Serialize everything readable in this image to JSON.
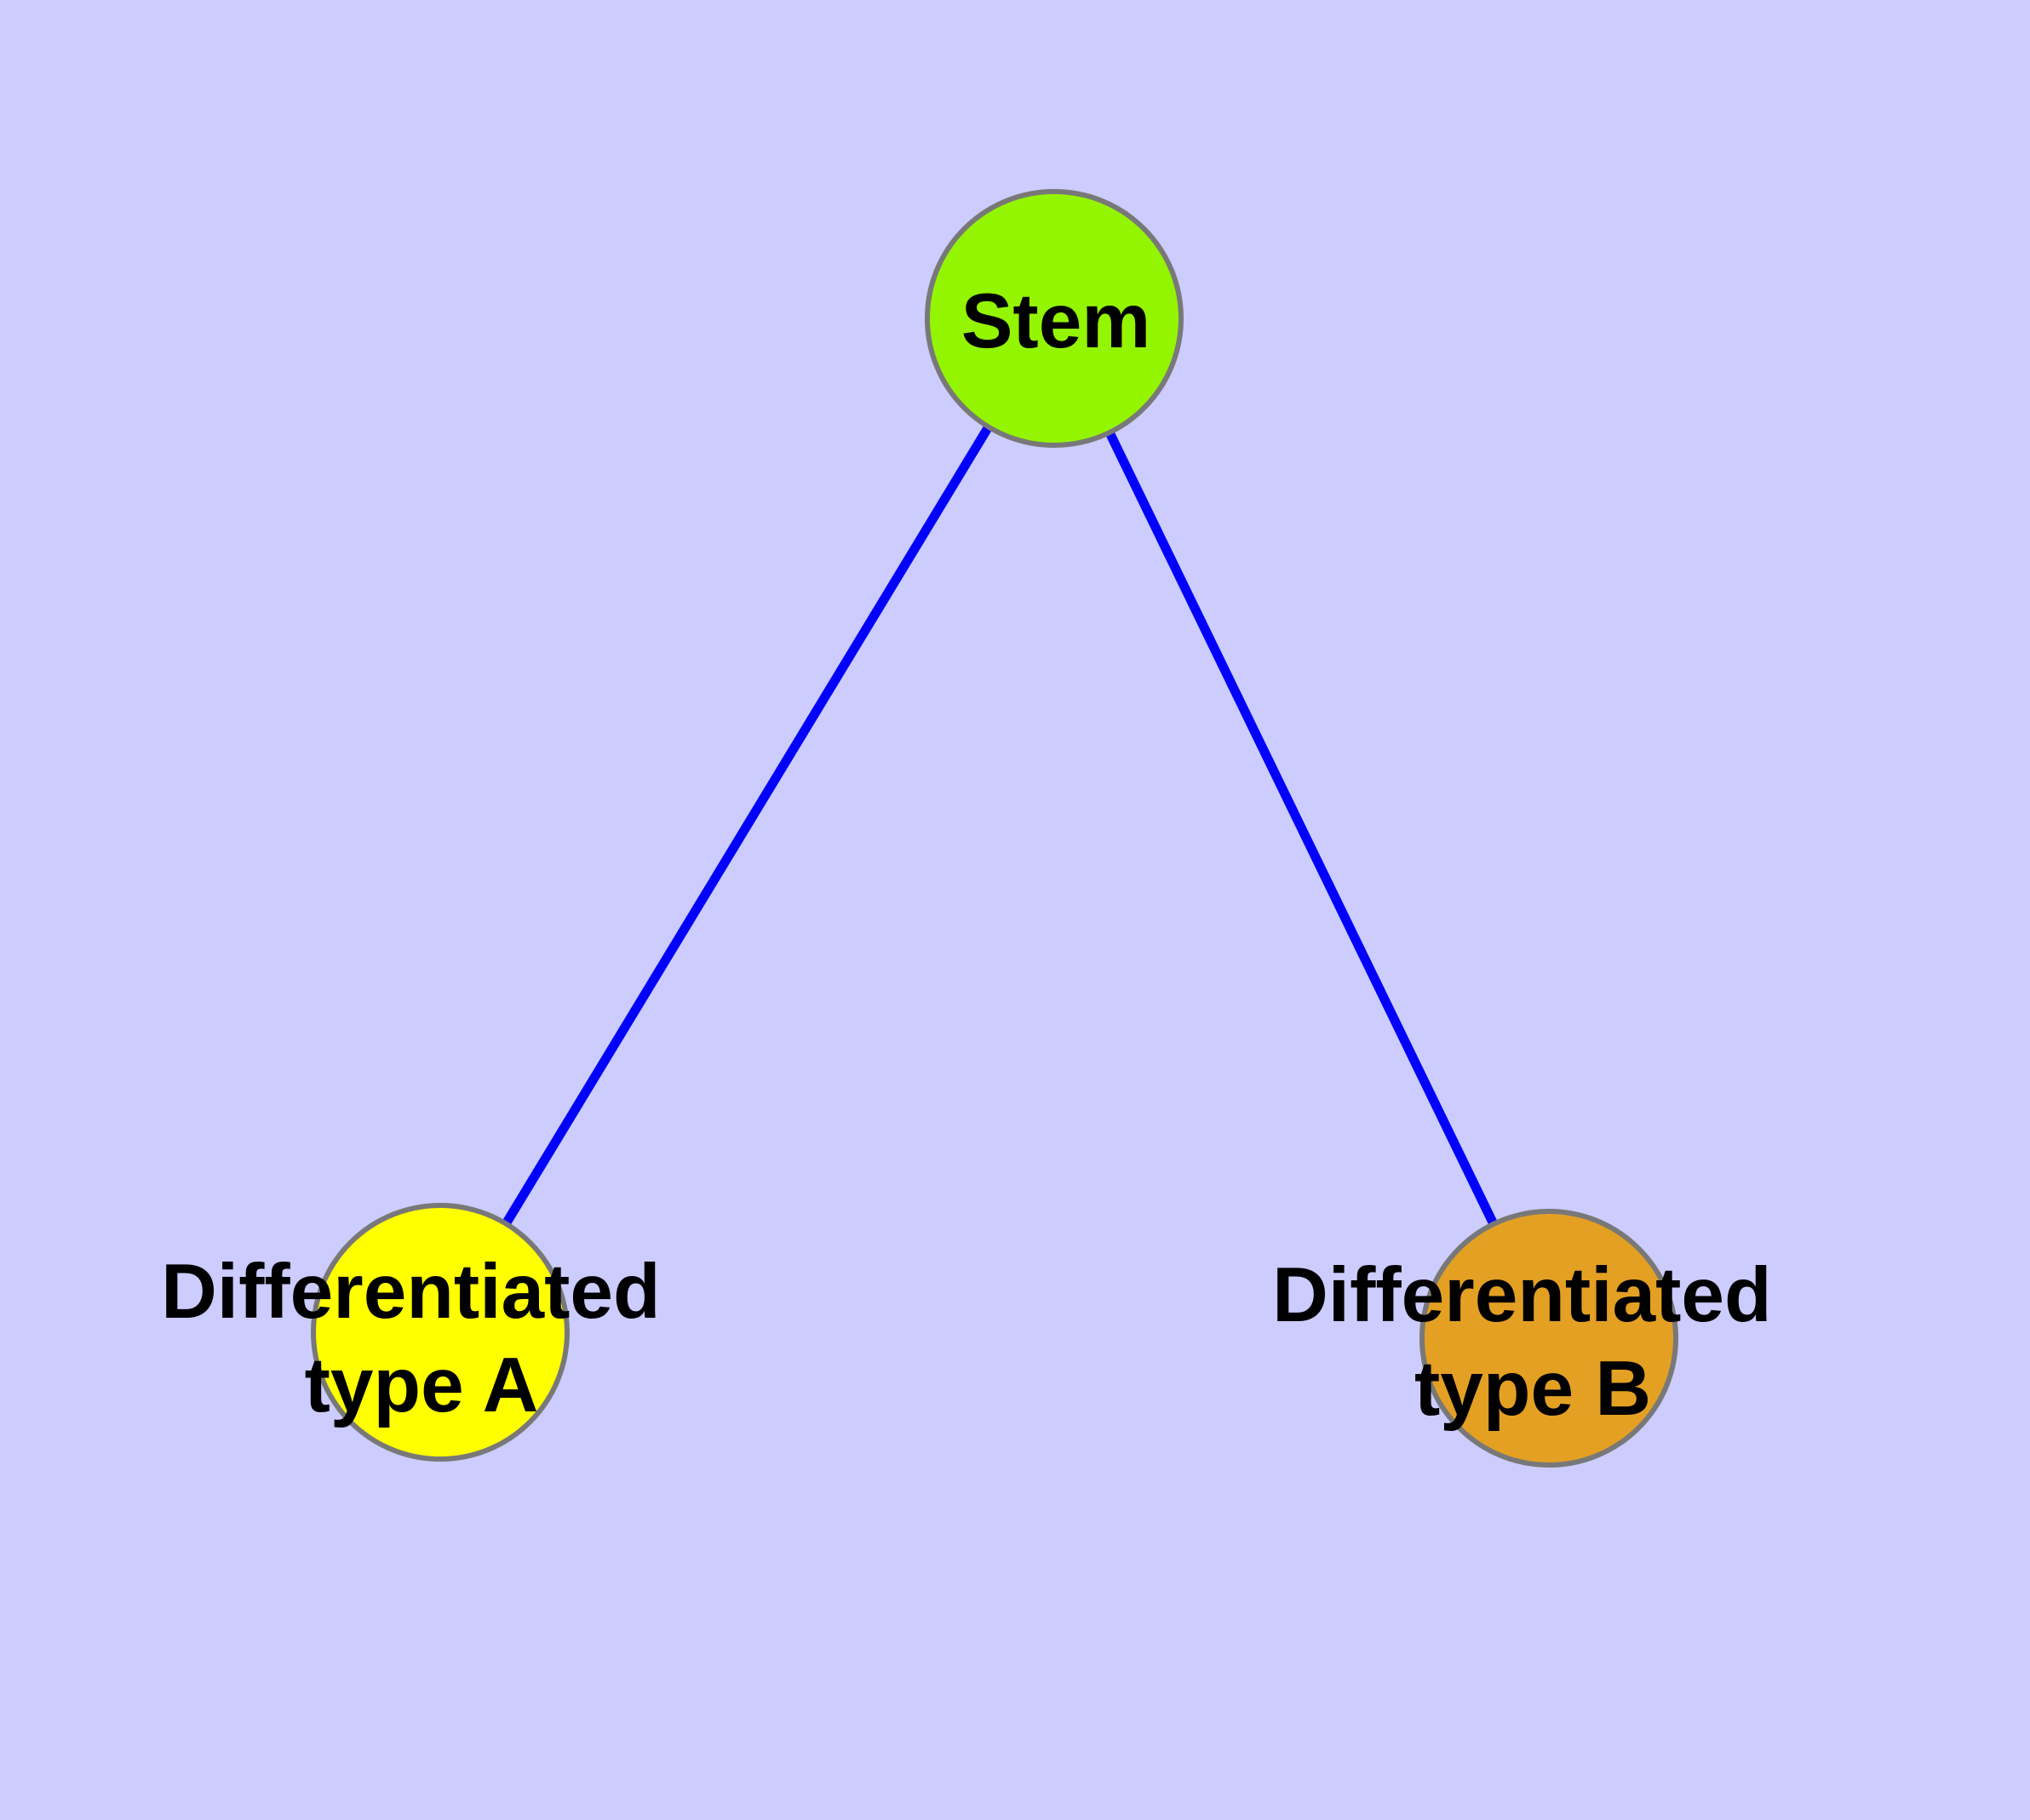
{
  "diagram": {
    "title": "",
    "background_color": "#CCCCFF",
    "edge_color": "#0202FA",
    "node_border_color": "#787878",
    "label_color": "#000000",
    "nodes": [
      {
        "id": "stem",
        "label": "Stem",
        "lines": [
          "Stem"
        ],
        "fill_color": "#94F502"
      },
      {
        "id": "differentiated-type-a",
        "label": "Differentiated type A",
        "lines": [
          "Differentiated",
          "type A"
        ],
        "fill_color": "#FFFF00"
      },
      {
        "id": "differentiated-type-b",
        "label": "Differentiated type B",
        "lines": [
          "Differentiated",
          "type B"
        ],
        "fill_color": "#E4A023"
      }
    ],
    "edges": [
      {
        "from": "Stem",
        "to": "Differentiated type A"
      },
      {
        "from": "Stem",
        "to": "Differentiated type B"
      }
    ]
  }
}
